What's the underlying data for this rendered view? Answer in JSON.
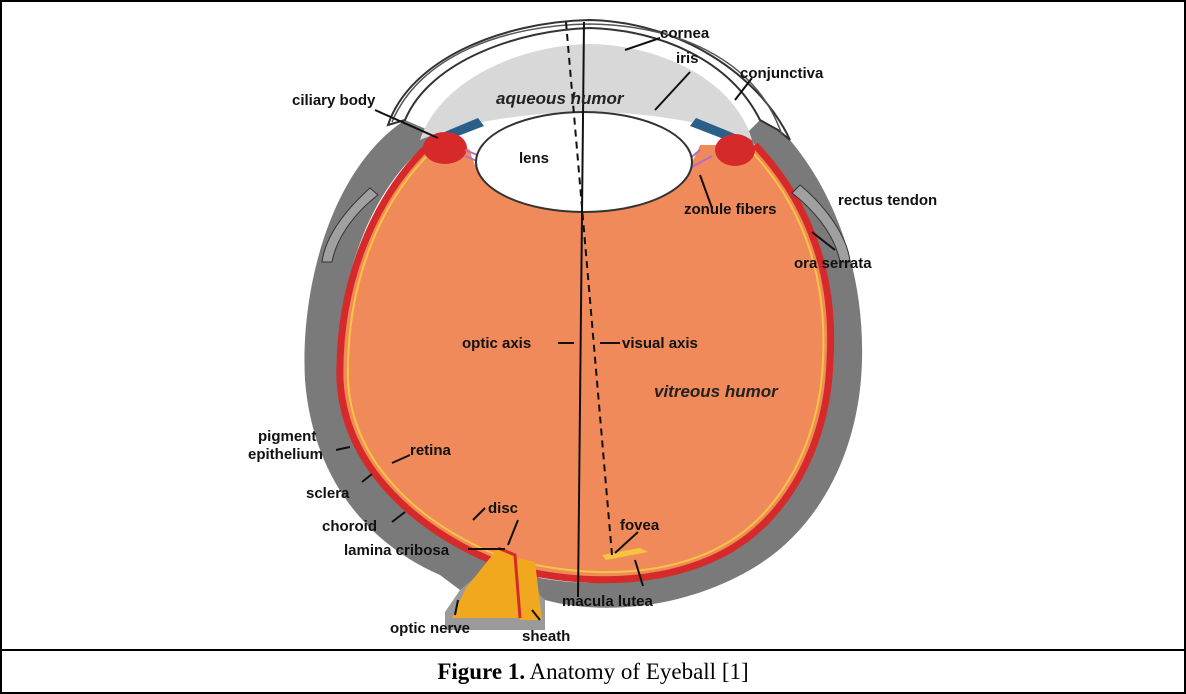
{
  "labels": {
    "cornea": "cornea",
    "iris": "iris",
    "conjunctiva": "conjunctiva",
    "ciliary_body": "ciliary body",
    "aqueous_humor": "aqueous humor",
    "lens": "lens",
    "zonule_fibers": "zonule fibers",
    "rectus_tendon": "rectus tendon",
    "ora_serrata": "ora serrata",
    "optic_axis": "optic axis",
    "visual_axis": "visual axis",
    "vitreous_humor": "vitreous humor",
    "pigment": "pigment",
    "epithelium": "epithelium",
    "retina": "retina",
    "sclera": "sclera",
    "choroid": "choroid",
    "disc": "disc",
    "fovea": "fovea",
    "lamina_cribosa": "lamina cribosa",
    "macula_lutea": "macula lutea",
    "optic_nerve": "optic nerve",
    "sheath": "sheath"
  },
  "caption": {
    "label": "Figure 1.",
    "text": " Anatomy of Eyeball [1]"
  },
  "colors": {
    "border": "#000000",
    "sclera": "#7a7a7a",
    "choroid": "#d62a2a",
    "vitreous": "#f08a5a",
    "aqueous": "#d8d8d8",
    "lens": "#ffffff",
    "iris": "#2a5f8a",
    "optic_nerve": "#f2a81e",
    "retina_yellow": "#f5c542"
  }
}
